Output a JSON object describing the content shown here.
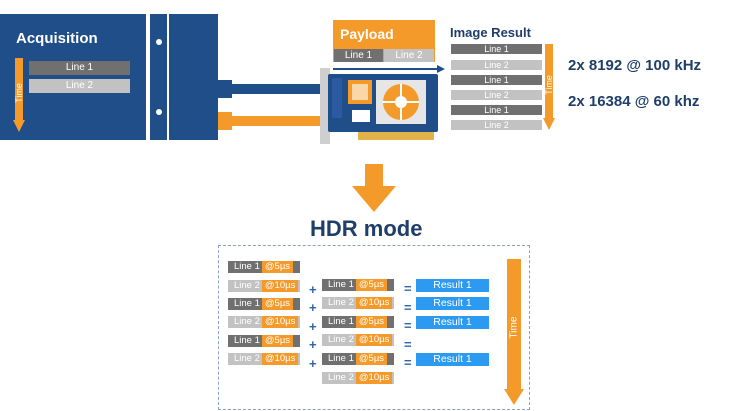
{
  "colors": {
    "navy": "#1f4e89",
    "orange": "#f49a2a",
    "gray_dark": "#707070",
    "gray_light": "#c2c2c2",
    "result_blue": "#2c9af0",
    "title_blue": "#1f3e69"
  },
  "acquisition": {
    "title": "Acquisition",
    "time_label": "Time",
    "lines": [
      "Line 1",
      "Line 2"
    ]
  },
  "payload": {
    "title": "Payload",
    "lines": [
      "Line 1",
      "Line 2"
    ]
  },
  "image_result": {
    "title": "Image Result",
    "time_label": "Time",
    "lines": [
      "Line 1",
      "Line 2",
      "Line 1",
      "Line 2",
      "Line 1",
      "Line 2"
    ]
  },
  "rates": [
    "2x 8192 @ 100 kHz",
    "2x 16384 @ 60 khz"
  ],
  "hdr": {
    "title": "HDR mode",
    "time_label": "Time",
    "left_column": [
      {
        "line": "Line 1",
        "exposure": "@5µs"
      },
      {
        "line": "Line 2",
        "exposure": "@10µs"
      },
      {
        "line": "Line 1",
        "exposure": "@5µs"
      },
      {
        "line": "Line 2",
        "exposure": "@10µs"
      },
      {
        "line": "Line 1",
        "exposure": "@5µs"
      },
      {
        "line": "Line 2",
        "exposure": "@10µs"
      }
    ],
    "right_column": [
      {
        "line": "Line 1",
        "exposure": "@5µs"
      },
      {
        "line": "Line 2",
        "exposure": "@10µs"
      },
      {
        "line": "Line 1",
        "exposure": "@5µs"
      },
      {
        "line": "Line 2",
        "exposure": "@10µs"
      },
      {
        "line": "Line 1",
        "exposure": "@5µs"
      },
      {
        "line": "Line 2",
        "exposure": "@10µs"
      }
    ],
    "plus_sign": "+",
    "equals_sign": "=",
    "results": [
      "Result 1",
      "Result 1",
      "Result 1",
      "Result 1"
    ]
  }
}
